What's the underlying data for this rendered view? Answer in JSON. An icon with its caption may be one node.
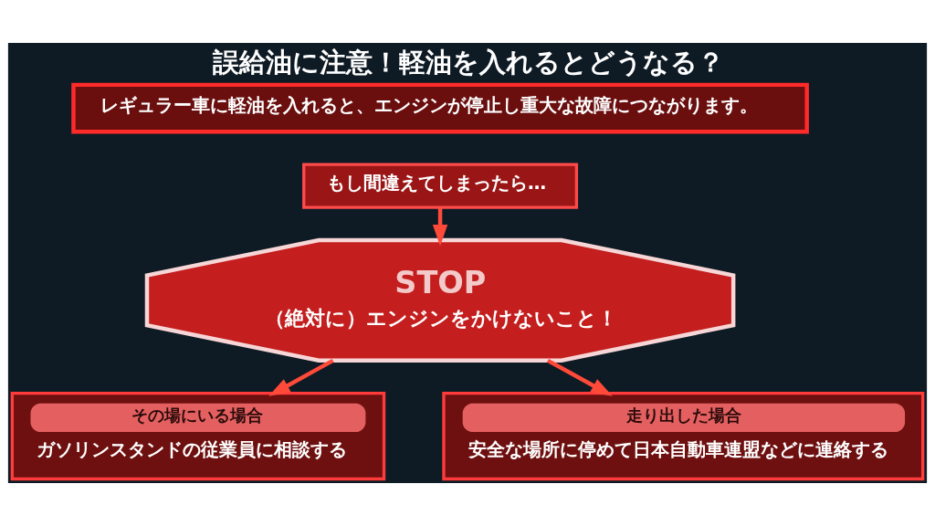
{
  "diagram": {
    "title": "誤給油に注意！軽油を入れるとどうなる？",
    "nodes": [
      {
        "text": [
          "レギュラー車に軽油を入れると、エンジンが停止し重大な故障につながります。"
        ]
      },
      {
        "text": [
          "もし間違えてしまったら…"
        ]
      },
      {
        "text": [
          "STOP",
          "（絶対に）エンジンをかけないこと！"
        ]
      },
      {
        "text": [
          "その場にいる場合",
          "ガソリンスタンドの従業員に相談する"
        ]
      },
      {
        "text": [
          "走り出した場合",
          "安全な場所に停めて日本自動車連盟などに連絡する"
        ]
      }
    ],
    "edges": [
      {
        "from": 1,
        "to": 2,
        "arrow": "to"
      },
      {
        "from": 2,
        "to": 3,
        "arrow": "to"
      },
      {
        "from": 2,
        "to": 4,
        "arrow": "to"
      }
    ]
  }
}
